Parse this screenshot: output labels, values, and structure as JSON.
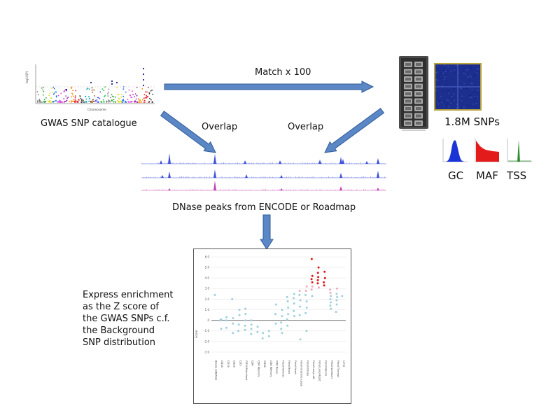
{
  "labels": {
    "gwas_catalogue": "GWAS SNP catalogue",
    "match": "Match x 100",
    "snps": "1.8M SNPs",
    "overlap_left": "Overlap",
    "overlap_right": "Overlap",
    "gc": "GC",
    "maf": "MAF",
    "tss": "TSS",
    "dnase": "DNase peaks from ENCODE or Roadmap",
    "enrichment_lines": [
      "Express enrichment",
      "as the Z score of",
      "the GWAS SNPs c.f.",
      "the Background",
      "SNP distribution"
    ]
  },
  "colors": {
    "arrow_fill": "#5b87c6",
    "arrow_stroke": "#2e5b96",
    "track_blue": "#3b4fd8",
    "track_magenta": "#c23fb0",
    "pt_light": "#9ecfdc",
    "pt_pink": "#f3a7b8",
    "pt_red": "#e01515"
  },
  "chart_data": {
    "type": "scatter",
    "yticks": [
      "6.0",
      "5.0",
      "4.0",
      "3.0",
      "2.0",
      "1.0",
      "0",
      "-1.0",
      "-2.0",
      "-3.0"
    ],
    "ylim": [
      -3.0,
      6.0
    ],
    "ylabel": "Score",
    "categories": [
      "Blood, LINEAGE",
      "CD14",
      "CD19",
      "CD20",
      "CD3",
      "CD34 Mobilised",
      "CD4",
      "CD4 Memory",
      "CD56",
      "CD8 Memory",
      "CD8 Naive",
      "Fetal Adrenal",
      "Fetal Brain",
      "Fetal Heart",
      "Fetal Intestine Large",
      "Fetal Kidney",
      "Fetal Lung Left",
      "Fetal Lung Right",
      "Fetal Muscle",
      "Fetal Stomach",
      "Fetal Thymus",
      "Lung"
    ],
    "values": [
      [
        2.4
      ],
      [
        0.0,
        0.1,
        -0.8
      ],
      [
        0.3,
        0.0,
        -0.7
      ],
      [
        2.0,
        0.2,
        -0.3,
        -1.2
      ],
      [
        1.0,
        0.5,
        -0.4,
        -1.0
      ],
      [
        1.1,
        0.6,
        0.0,
        -0.5,
        -0.9
      ],
      [
        0.0,
        -0.4,
        -0.8,
        -1.3
      ],
      [
        -0.6,
        -1.1
      ],
      [
        -1.2,
        -1.7
      ],
      [
        -1.0,
        -1.5
      ],
      [
        1.5,
        0.6,
        -0.3
      ],
      [
        1.0,
        0.4,
        -0.2,
        -0.8,
        -1.2
      ],
      [
        2.2,
        1.8,
        1.2,
        0.6,
        0.1,
        -0.5
      ],
      [
        2.5,
        2.1,
        1.6,
        0.9,
        0.4
      ],
      [
        2.8,
        2.4,
        1.9,
        1.3,
        0.5,
        -1.8
      ],
      [
        3.2,
        2.8,
        2.4,
        1.8,
        1.2,
        0.7,
        -1.0
      ],
      [
        5.8,
        4.2,
        3.9,
        3.6,
        3.2,
        2.9,
        2.3
      ],
      [
        5.0,
        4.5,
        4.1,
        3.8,
        3.5,
        3.1
      ],
      [
        4.6,
        4.0,
        3.6,
        3.3
      ],
      [
        2.9,
        2.6,
        2.3,
        2.0,
        1.7,
        1.4,
        1.1
      ],
      [
        3.0,
        2.5,
        2.2,
        1.9,
        1.5,
        0.8
      ],
      [
        2.3
      ]
    ]
  }
}
